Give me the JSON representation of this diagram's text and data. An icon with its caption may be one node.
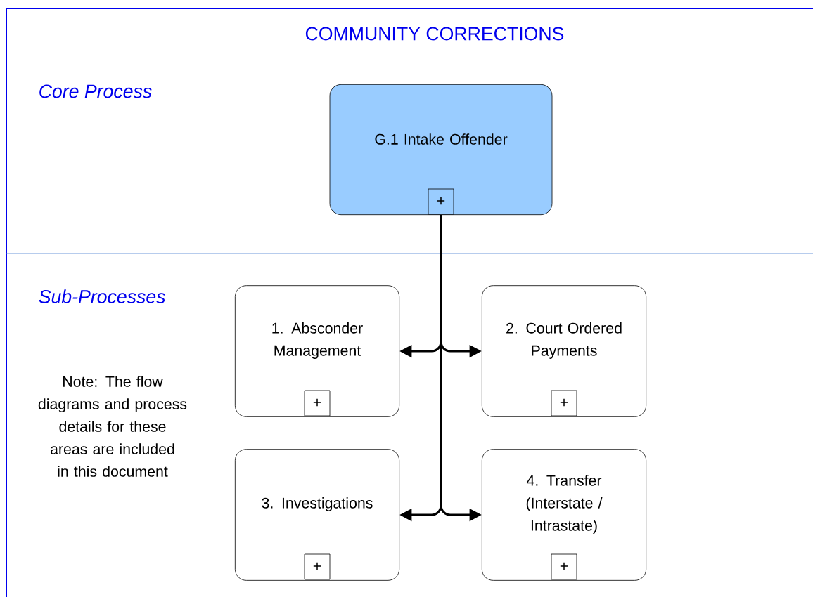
{
  "diagram": {
    "title": "COMMUNITY CORRECTIONS",
    "nodes": [
      {
        "text": [
          "G.1 Intake Offender",
          "+"
        ]
      },
      {
        "text": [
          "1. Absconder Management",
          "+"
        ]
      },
      {
        "text": [
          "2. Court Ordered Payments",
          "+"
        ]
      },
      {
        "text": [
          "3. Investigations",
          "+"
        ]
      },
      {
        "text": [
          "4. Transfer (Interstate / Intrastate)",
          "+"
        ]
      }
    ],
    "edges": [
      {
        "from": 0,
        "to": 1,
        "arrow": "to"
      },
      {
        "from": 0,
        "to": 2,
        "arrow": "to"
      },
      {
        "from": 0,
        "to": 3,
        "arrow": "to"
      },
      {
        "from": 0,
        "to": 4,
        "arrow": "to"
      }
    ],
    "labels": [
      "Core Process",
      "Sub-Processes",
      "Note: The flow diagrams and process details for these areas are included in this document"
    ]
  }
}
